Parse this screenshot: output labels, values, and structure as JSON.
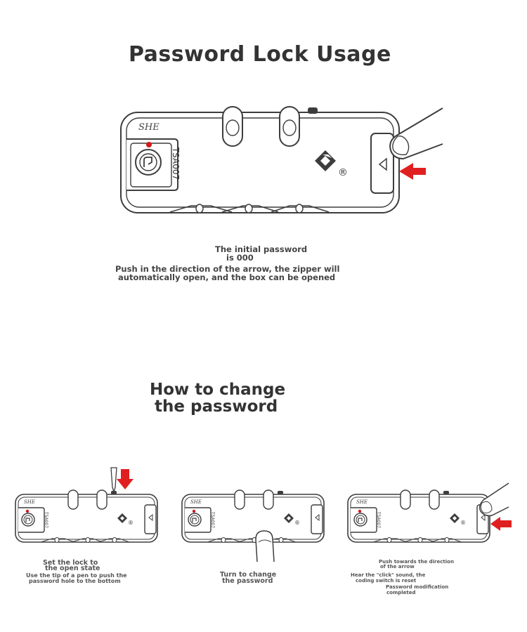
{
  "title": "Password Lock Usage",
  "lock": {
    "brand": "SHE",
    "model": "TSA007",
    "registered_mark": "®"
  },
  "intro": {
    "line1": "The initial password",
    "line2": "is 000",
    "line3": "Push in the direction of the arrow, the zipper will",
    "line4": "automatically open, and the box can be opened"
  },
  "change_title": {
    "line1": "How to change",
    "line2": "the password"
  },
  "steps": [
    {
      "line1": "Set the lock to",
      "line2": "the open state",
      "line3": "Use the tip of a pen to push the",
      "line4": "password hole to the bottom"
    },
    {
      "line1": "Turn to change",
      "line2": "the password"
    },
    {
      "line1": "Push towards the direction",
      "line2": "of the arrow",
      "line3": "Hear the \"click\" sound, the",
      "line4": "coding switch is reset",
      "line5": "Password modification",
      "line6": "completed"
    }
  ],
  "colors": {
    "arrow": "#e02020",
    "outline": "#3d3d3d",
    "dot": "#d01a1a"
  }
}
